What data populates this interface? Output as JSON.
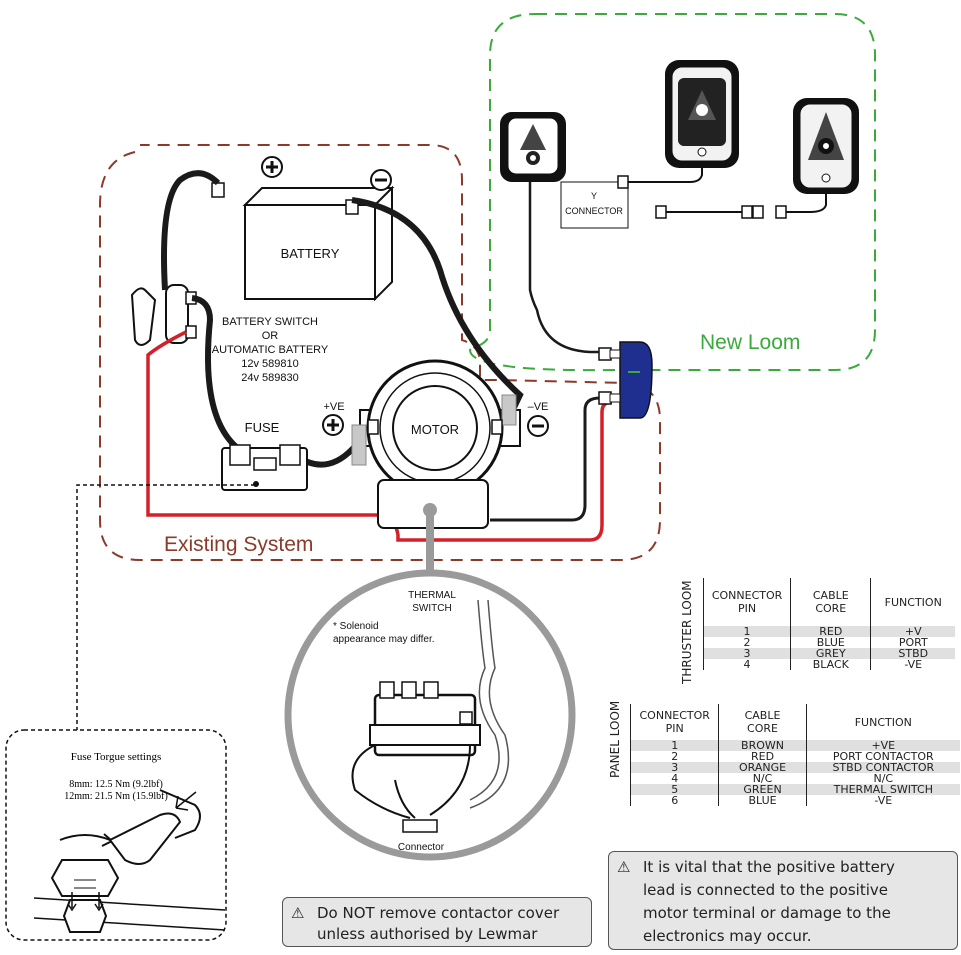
{
  "labels": {
    "battery": "BATTERY",
    "battery_switch_1": "BATTERY SWITCH",
    "battery_switch_2": "OR",
    "battery_switch_3": "AUTOMATIC BATTERY",
    "battery_switch_4": "12v 589810",
    "battery_switch_5": "24v 589830",
    "fuse": "FUSE",
    "motor": "MOTOR",
    "pos_ve": "+VE",
    "neg_ve": "–VE",
    "existing_system": "Existing System",
    "new_loom": "New Loom",
    "y_connector_1": "Y",
    "y_connector_2": "CONNECTOR",
    "thermal_switch_1": "THERMAL",
    "thermal_switch_2": "SWITCH",
    "solenoid_1": "* Solenoid",
    "solenoid_2": "appearance may differ.",
    "connector": "Connector",
    "fuse_torque_title": "Fuse Torgue settings",
    "fuse_torque_8mm": "8mm: 12.5 Nm (9.2lbf)",
    "fuse_torque_12mm": "12mm: 21.5 Nm (15.9lbf)"
  },
  "thruster_loom": {
    "name": "THRUSTER LOOM",
    "headers": [
      "CONNECTOR\nPIN",
      "CABLE\nCORE",
      "FUNCTION"
    ],
    "rows": [
      [
        "1",
        "RED",
        "+V"
      ],
      [
        "2",
        "BLUE",
        "PORT"
      ],
      [
        "3",
        "GREY",
        "STBD"
      ],
      [
        "4",
        "BLACK",
        "-VE"
      ]
    ]
  },
  "panel_loom": {
    "name": "PANEL LOOM",
    "headers": [
      "CONNECTOR\nPIN",
      "CABLE\nCORE",
      "FUNCTION"
    ],
    "rows": [
      [
        "1",
        "BROWN",
        "+VE"
      ],
      [
        "2",
        "RED",
        "PORT CONTACTOR"
      ],
      [
        "3",
        "ORANGE",
        "STBD CONTACTOR"
      ],
      [
        "4",
        "N/C",
        "N/C"
      ],
      [
        "5",
        "GREEN",
        "THERMAL SWITCH"
      ],
      [
        "6",
        "BLUE",
        "-VE"
      ]
    ]
  },
  "warnings": {
    "symbol": "⚠",
    "contactor_1": "Do NOT remove contactor cover",
    "contactor_2": "unless authorised by Lewmar",
    "battery_1": "It is vital that the positive battery",
    "battery_2": "lead is connected to the positive",
    "battery_3": "motor terminal or damage to the",
    "battery_4": "electronics may occur."
  },
  "colors": {
    "existing_border": "#8b3a2a",
    "new_loom_border": "#3aaa3a",
    "red_wire": "#d4202a",
    "black_wire": "#1a1a1a",
    "connector_blue": "#1f2f8f",
    "grey": "#9a9a9a"
  }
}
